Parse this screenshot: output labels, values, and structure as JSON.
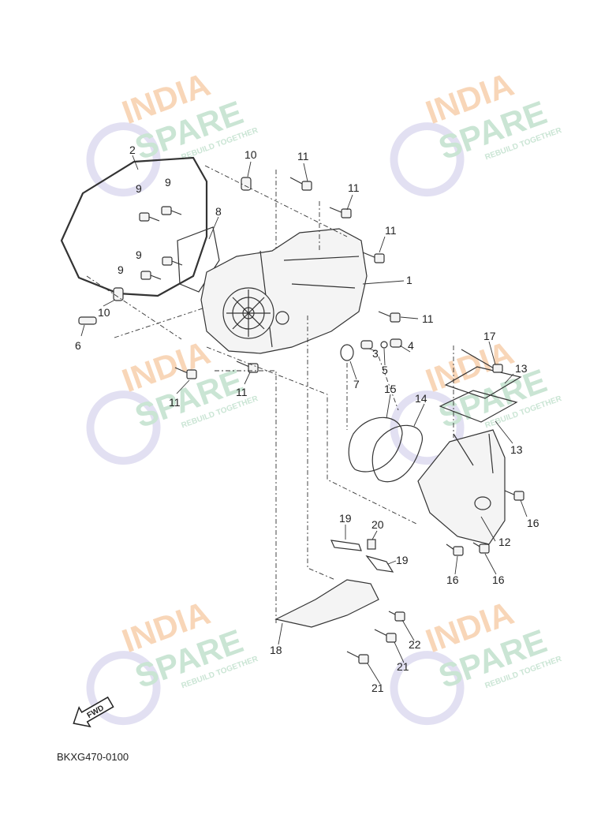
{
  "watermark": {
    "brand_line1": "INDIA",
    "brand_line2": "SPARE",
    "tagline": "REBUILD TOGETHER",
    "color_orange": "#f6c9a0",
    "color_green": "#b8dcc6",
    "color_purple": "#d9d6ee"
  },
  "fwd_label": "FWD",
  "diagram_code": "BKXG470-0100",
  "callouts": {
    "c1": "1",
    "c2": "2",
    "c3": "3",
    "c4": "4",
    "c5": "5",
    "c6": "6",
    "c7": "7",
    "c8": "8",
    "c9a": "9",
    "c9b": "9",
    "c9c": "9",
    "c9d": "9",
    "c10a": "10",
    "c10b": "10",
    "c11a": "11",
    "c11b": "11",
    "c11c": "11",
    "c11d": "11",
    "c11e": "11",
    "c11f": "11",
    "c12": "12",
    "c13a": "13",
    "c13b": "13",
    "c14": "14",
    "c15": "15",
    "c16a": "16",
    "c16b": "16",
    "c16c": "16",
    "c17": "17",
    "c18": "18",
    "c19a": "19",
    "c19b": "19",
    "c20": "20",
    "c21a": "21",
    "c21b": "21",
    "c22": "22"
  }
}
